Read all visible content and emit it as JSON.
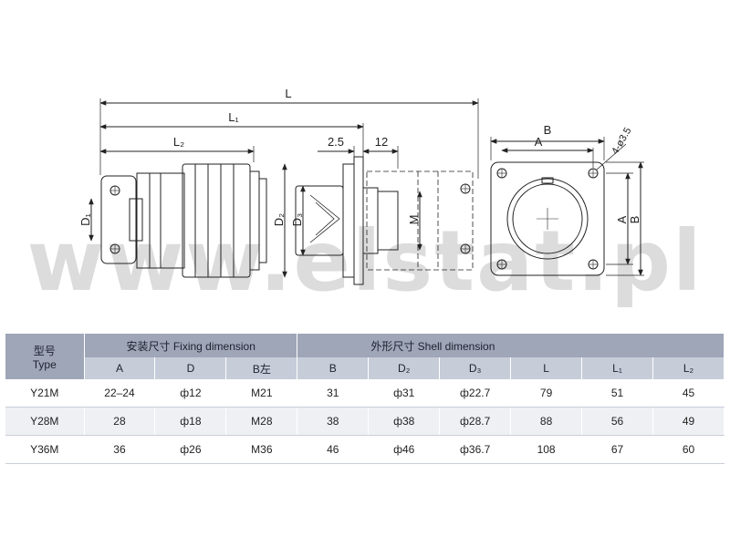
{
  "drawing": {
    "labels": {
      "L": "L",
      "L1": "L₁",
      "L2": "L₂",
      "d25": "2.5",
      "d12": "12",
      "B": "B",
      "A": "A",
      "hole": "4-ø3.5",
      "D1": "D₁",
      "D2": "D₂",
      "D3": "D₃",
      "M": "M",
      "A_side": "A",
      "B_side": "B"
    },
    "watermark": "www.elstat.pl"
  },
  "table": {
    "type_header_cn": "型号",
    "type_header_en": "Type",
    "fixing_header": "安装尺寸 Fixing dimension",
    "shell_header": "外形尺寸  Shell dimension",
    "columns": [
      "A",
      "D",
      "B左",
      "B",
      "D₂",
      "D₃",
      "L",
      "L₁",
      "L₂"
    ],
    "rows": [
      {
        "type": "Y21M",
        "cells": [
          "22–24",
          "ф12",
          "M21",
          "31",
          "ф31",
          "ф22.7",
          "79",
          "51",
          "45"
        ]
      },
      {
        "type": "Y28M",
        "cells": [
          "28",
          "ф18",
          "M28",
          "38",
          "ф38",
          "ф28.7",
          "88",
          "56",
          "49"
        ]
      },
      {
        "type": "Y36M",
        "cells": [
          "36",
          "ф26",
          "M36",
          "46",
          "ф46",
          "ф36.7",
          "108",
          "67",
          "60"
        ]
      }
    ]
  }
}
